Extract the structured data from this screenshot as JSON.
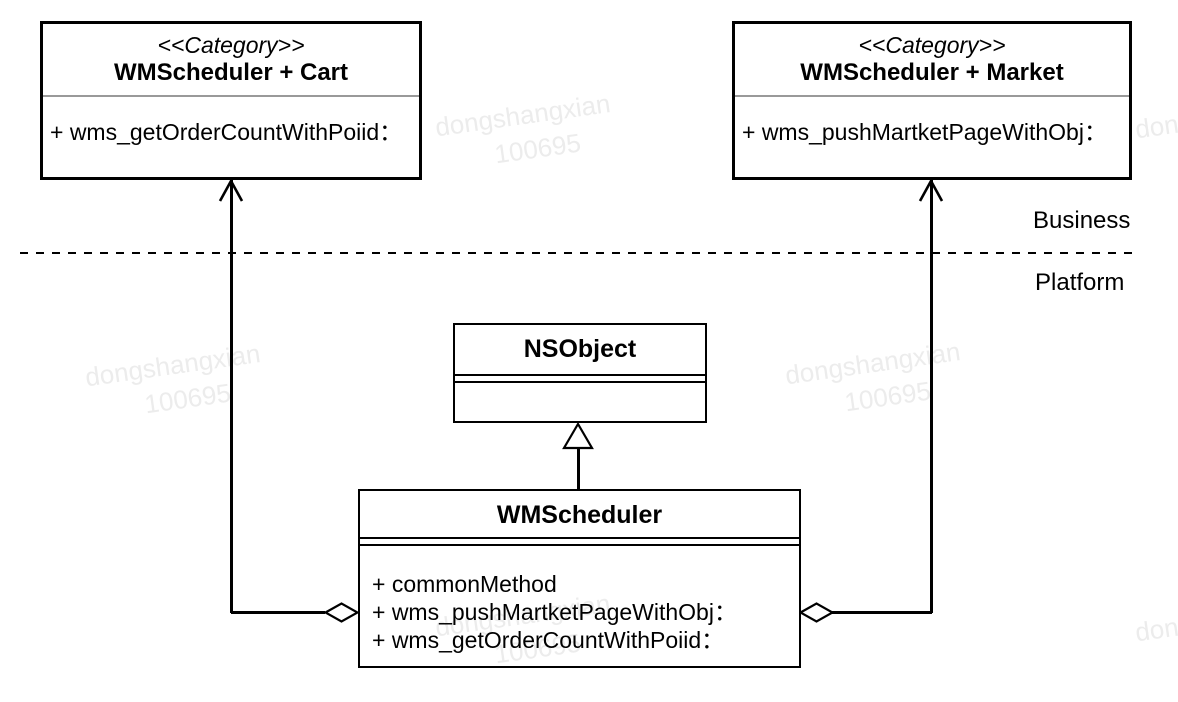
{
  "diagram": {
    "boxes": {
      "cart": {
        "stereotype": "<<Category>>",
        "title": "WMScheduler + Cart",
        "methods": [
          "+ wms_getOrderCountWithPoiid："
        ]
      },
      "market": {
        "stereotype": "<<Category>>",
        "title": "WMScheduler + Market",
        "methods": [
          "+ wms_pushMartketPageWithObj："
        ]
      },
      "nsobject": {
        "title": "NSObject"
      },
      "wmscheduler": {
        "title": "WMScheduler",
        "methods": [
          "+ commonMethod",
          "+ wms_pushMartketPageWithObj：",
          "+ wms_getOrderCountWithPoiid："
        ]
      }
    },
    "layer_labels": {
      "top": "Business",
      "bottom": "Platform"
    },
    "relationships": [
      {
        "type": "aggregation",
        "from": "WMScheduler",
        "to": "WMScheduler + Cart",
        "arrow": "open-arrow",
        "diamond_end": "WMScheduler"
      },
      {
        "type": "aggregation",
        "from": "WMScheduler",
        "to": "WMScheduler + Market",
        "arrow": "open-arrow",
        "diamond_end": "WMScheduler"
      },
      {
        "type": "inheritance",
        "from": "WMScheduler",
        "to": "NSObject",
        "arrow": "hollow-triangle"
      }
    ],
    "watermark": {
      "line1": "dongshangxian",
      "line2": "100695"
    },
    "colors": {
      "line": "#000000",
      "compartment_separator": "#999999",
      "watermark": "#ececec",
      "background": "#ffffff"
    }
  }
}
